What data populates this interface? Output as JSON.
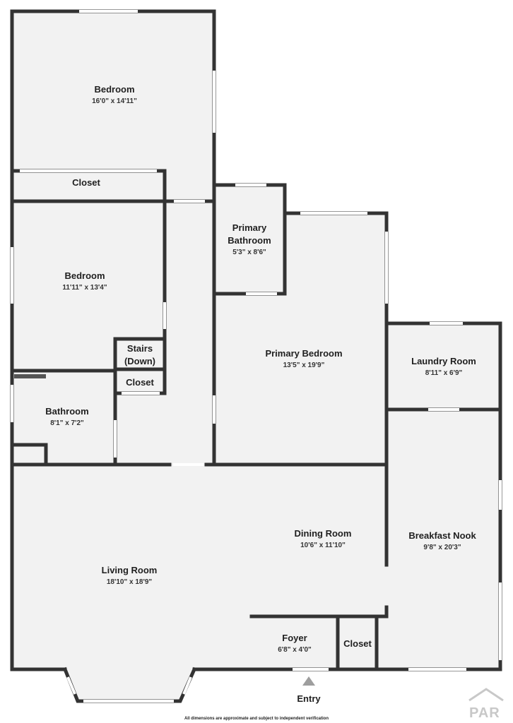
{
  "rooms": {
    "bedroom_top": {
      "name": "Bedroom",
      "dims": "16'0\" x 14'11\""
    },
    "closet_top": {
      "name": "Closet"
    },
    "bedroom_mid": {
      "name": "Bedroom",
      "dims": "11'11\" x 13'4\""
    },
    "stairs": {
      "name_line1": "Stairs",
      "name_line2": "(Down)"
    },
    "closet_hall": {
      "name": "Closet"
    },
    "bathroom": {
      "name": "Bathroom",
      "dims": "8'1\" x 7'2\""
    },
    "primary_bathroom": {
      "name_line1": "Primary",
      "name_line2": "Bathroom",
      "dims": "5'3\" x 8'6\""
    },
    "primary_bedroom": {
      "name": "Primary Bedroom",
      "dims": "13'5\" x 19'9\""
    },
    "laundry_room": {
      "name": "Laundry Room",
      "dims": "8'11\" x 6'9\""
    },
    "dining_room": {
      "name": "Dining Room",
      "dims": "10'6\" x 11'10\""
    },
    "breakfast_nook": {
      "name": "Breakfast Nook",
      "dims": "9'8\" x 20'3\""
    },
    "living_room": {
      "name": "Living Room",
      "dims": "18'10\" x 18'9\""
    },
    "foyer": {
      "name": "Foyer",
      "dims": "6'8\" x 4'0\""
    },
    "closet_entry": {
      "name": "Closet"
    }
  },
  "entry": {
    "label": "Entry"
  },
  "footer": {
    "disclaimer": "All dimensions are approximate and subject to independent verification",
    "logo": "PAR"
  },
  "colors": {
    "wall": "#333333",
    "floor": "#f2f2f2",
    "logo": "#c8c8c8"
  }
}
